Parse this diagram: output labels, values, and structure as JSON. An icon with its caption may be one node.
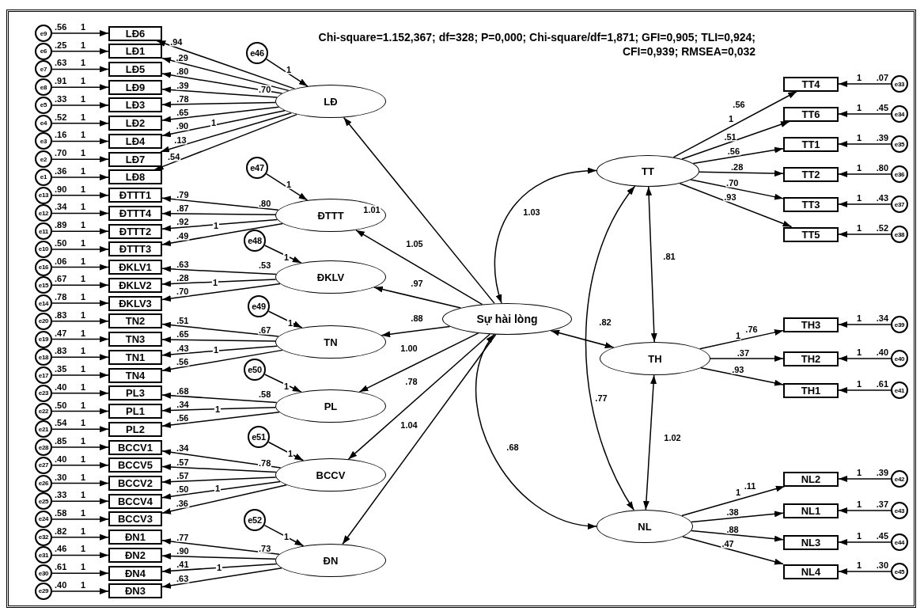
{
  "diagram": {
    "nodes": [
      {
        "text": [
          "LĐ6"
        ]
      },
      {
        "text": [
          "LĐ1"
        ]
      },
      {
        "text": [
          "LĐ5"
        ]
      },
      {
        "text": [
          "LĐ9"
        ]
      },
      {
        "text": [
          "LĐ3"
        ]
      },
      {
        "text": [
          "LĐ2"
        ]
      },
      {
        "text": [
          "LĐ4"
        ]
      },
      {
        "text": [
          "LĐ7"
        ]
      },
      {
        "text": [
          "LĐ8"
        ]
      },
      {
        "text": [
          "ĐTTT1"
        ]
      },
      {
        "text": [
          "ĐTTT4"
        ]
      },
      {
        "text": [
          "ĐTTT2"
        ]
      },
      {
        "text": [
          "ĐTTT3"
        ]
      },
      {
        "text": [
          "ĐKLV1"
        ]
      },
      {
        "text": [
          "ĐKLV2"
        ]
      },
      {
        "text": [
          "ĐKLV3"
        ]
      },
      {
        "text": [
          "TN2"
        ]
      },
      {
        "text": [
          "TN3"
        ]
      },
      {
        "text": [
          "TN1"
        ]
      },
      {
        "text": [
          "TN4"
        ]
      },
      {
        "text": [
          "PL3"
        ]
      },
      {
        "text": [
          "PL1"
        ]
      },
      {
        "text": [
          "PL2"
        ]
      },
      {
        "text": [
          "BCCV1"
        ]
      },
      {
        "text": [
          "BCCV5"
        ]
      },
      {
        "text": [
          "BCCV2"
        ]
      },
      {
        "text": [
          "BCCV4"
        ]
      },
      {
        "text": [
          "BCCV3"
        ]
      },
      {
        "text": [
          "ĐN1"
        ]
      },
      {
        "text": [
          "ĐN2"
        ]
      },
      {
        "text": [
          "ĐN4"
        ]
      },
      {
        "text": [
          "ĐN3"
        ]
      },
      {
        "text": [
          "e9"
        ],
        "beside": [
          ".56"
        ]
      },
      {
        "text": [
          "e6"
        ],
        "beside": [
          ".25"
        ]
      },
      {
        "text": [
          "e7"
        ],
        "beside": [
          ".63"
        ]
      },
      {
        "text": [
          "e8"
        ],
        "beside": [
          ".91"
        ]
      },
      {
        "text": [
          "e5"
        ],
        "beside": [
          ".33"
        ]
      },
      {
        "text": [
          "e4"
        ],
        "beside": [
          ".52"
        ]
      },
      {
        "text": [
          "e3"
        ],
        "beside": [
          ".16"
        ]
      },
      {
        "text": [
          "e2"
        ],
        "beside": [
          ".70"
        ]
      },
      {
        "text": [
          "e1"
        ],
        "beside": [
          ".36"
        ]
      },
      {
        "text": [
          "e13"
        ],
        "beside": [
          ".90"
        ]
      },
      {
        "text": [
          "e12"
        ],
        "beside": [
          ".34"
        ]
      },
      {
        "text": [
          "e11"
        ],
        "beside": [
          ".89"
        ]
      },
      {
        "text": [
          "e10"
        ],
        "beside": [
          ".50"
        ]
      },
      {
        "text": [
          "e16"
        ],
        "beside": [
          ".06"
        ]
      },
      {
        "text": [
          "e15"
        ],
        "beside": [
          ".67"
        ]
      },
      {
        "text": [
          "e14"
        ],
        "beside": [
          ".78"
        ]
      },
      {
        "text": [
          "e20"
        ],
        "beside": [
          ".83"
        ]
      },
      {
        "text": [
          "e19"
        ],
        "beside": [
          ".47"
        ]
      },
      {
        "text": [
          "e18"
        ],
        "beside": [
          ".83"
        ]
      },
      {
        "text": [
          "e17"
        ],
        "beside": [
          ".35"
        ]
      },
      {
        "text": [
          "e23"
        ],
        "beside": [
          ".40"
        ]
      },
      {
        "text": [
          "e22"
        ],
        "beside": [
          ".50"
        ]
      },
      {
        "text": [
          "e21"
        ],
        "beside": [
          ".54"
        ]
      },
      {
        "text": [
          "e28"
        ],
        "beside": [
          ".85"
        ]
      },
      {
        "text": [
          "e27"
        ],
        "beside": [
          ".40"
        ]
      },
      {
        "text": [
          "e26"
        ],
        "beside": [
          ".30"
        ]
      },
      {
        "text": [
          "e25"
        ],
        "beside": [
          ".33"
        ]
      },
      {
        "text": [
          "e24"
        ],
        "beside": [
          ".58"
        ]
      },
      {
        "text": [
          "e32"
        ],
        "beside": [
          ".82"
        ]
      },
      {
        "text": [
          "e31"
        ],
        "beside": [
          ".46"
        ]
      },
      {
        "text": [
          "e30"
        ],
        "beside": [
          ".61"
        ]
      },
      {
        "text": [
          "e29"
        ],
        "beside": [
          ".40"
        ]
      },
      {
        "text": [
          "LĐ"
        ],
        "beside": [
          ".70"
        ]
      },
      {
        "text": [
          "ĐTTT"
        ],
        "beside": [
          ".80"
        ]
      },
      {
        "text": [
          "ĐKLV"
        ],
        "beside": [
          ".53"
        ]
      },
      {
        "text": [
          "TN"
        ],
        "beside": [
          ".67"
        ]
      },
      {
        "text": [
          "PL"
        ],
        "beside": [
          ".58"
        ]
      },
      {
        "text": [
          "BCCV"
        ],
        "beside": [
          ".78"
        ]
      },
      {
        "text": [
          "ĐN"
        ],
        "beside": [
          ".73"
        ]
      },
      {
        "text": [
          "e46"
        ]
      },
      {
        "text": [
          "e47"
        ]
      },
      {
        "text": [
          "e48"
        ]
      },
      {
        "text": [
          "e49"
        ]
      },
      {
        "text": [
          "e50"
        ]
      },
      {
        "text": [
          "e51"
        ]
      },
      {
        "text": [
          "e52"
        ]
      },
      {
        "text": [
          "Sự hài lòng"
        ]
      },
      {
        "text": [
          "TT"
        ]
      },
      {
        "text": [
          "TH"
        ]
      },
      {
        "text": [
          "NL"
        ]
      },
      {
        "text": [
          "TT4"
        ]
      },
      {
        "text": [
          "TT6"
        ]
      },
      {
        "text": [
          "TT1"
        ]
      },
      {
        "text": [
          "TT2"
        ]
      },
      {
        "text": [
          "TT3"
        ]
      },
      {
        "text": [
          "TT5"
        ]
      },
      {
        "text": [
          "TH3"
        ]
      },
      {
        "text": [
          "TH2"
        ]
      },
      {
        "text": [
          "TH1"
        ]
      },
      {
        "text": [
          "NL2"
        ]
      },
      {
        "text": [
          "NL1"
        ]
      },
      {
        "text": [
          "NL3"
        ]
      },
      {
        "text": [
          "NL4"
        ]
      },
      {
        "text": [
          "e33"
        ],
        "beside": [
          ".07"
        ]
      },
      {
        "text": [
          "e34"
        ],
        "beside": [
          ".45"
        ]
      },
      {
        "text": [
          "e35"
        ],
        "beside": [
          ".39"
        ]
      },
      {
        "text": [
          "e36"
        ],
        "beside": [
          ".80"
        ]
      },
      {
        "text": [
          "e37"
        ],
        "beside": [
          ".43"
        ]
      },
      {
        "text": [
          "e38"
        ],
        "beside": [
          ".52"
        ]
      },
      {
        "text": [
          "e39"
        ],
        "beside": [
          ".34"
        ]
      },
      {
        "text": [
          "e40"
        ],
        "beside": [
          ".40"
        ]
      },
      {
        "text": [
          "e41"
        ],
        "beside": [
          ".61"
        ]
      },
      {
        "text": [
          "e42"
        ],
        "beside": [
          ".39"
        ]
      },
      {
        "text": [
          "e43"
        ],
        "beside": [
          ".37"
        ]
      },
      {
        "text": [
          "e44"
        ],
        "beside": [
          ".45"
        ]
      },
      {
        "text": [
          "e45"
        ],
        "beside": [
          ".30"
        ]
      }
    ],
    "edges": [
      {
        "from": 32,
        "to": 0,
        "arrow": "to",
        "label": "1"
      },
      {
        "from": 33,
        "to": 1,
        "arrow": "to",
        "label": "1"
      },
      {
        "from": 34,
        "to": 2,
        "arrow": "to",
        "label": "1"
      },
      {
        "from": 35,
        "to": 3,
        "arrow": "to",
        "label": "1"
      },
      {
        "from": 36,
        "to": 4,
        "arrow": "to",
        "label": "1"
      },
      {
        "from": 37,
        "to": 5,
        "arrow": "to",
        "label": "1"
      },
      {
        "from": 38,
        "to": 6,
        "arrow": "to",
        "label": "1"
      },
      {
        "from": 39,
        "to": 7,
        "arrow": "to",
        "label": "1"
      },
      {
        "from": 40,
        "to": 8,
        "arrow": "to",
        "label": "1"
      },
      {
        "from": 41,
        "to": 9,
        "arrow": "to",
        "label": "1"
      },
      {
        "from": 42,
        "to": 10,
        "arrow": "to",
        "label": "1"
      },
      {
        "from": 43,
        "to": 11,
        "arrow": "to",
        "label": "1"
      },
      {
        "from": 44,
        "to": 12,
        "arrow": "to",
        "label": "1"
      },
      {
        "from": 45,
        "to": 13,
        "arrow": "to",
        "label": "1"
      },
      {
        "from": 46,
        "to": 14,
        "arrow": "to",
        "label": "1"
      },
      {
        "from": 47,
        "to": 15,
        "arrow": "to",
        "label": "1"
      },
      {
        "from": 48,
        "to": 16,
        "arrow": "to",
        "label": "1"
      },
      {
        "from": 49,
        "to": 17,
        "arrow": "to",
        "label": "1"
      },
      {
        "from": 50,
        "to": 18,
        "arrow": "to",
        "label": "1"
      },
      {
        "from": 51,
        "to": 19,
        "arrow": "to",
        "label": "1"
      },
      {
        "from": 52,
        "to": 20,
        "arrow": "to",
        "label": "1"
      },
      {
        "from": 53,
        "to": 21,
        "arrow": "to",
        "label": "1"
      },
      {
        "from": 54,
        "to": 22,
        "arrow": "to",
        "label": "1"
      },
      {
        "from": 55,
        "to": 23,
        "arrow": "to",
        "label": "1"
      },
      {
        "from": 56,
        "to": 24,
        "arrow": "to",
        "label": "1"
      },
      {
        "from": 57,
        "to": 25,
        "arrow": "to",
        "label": "1"
      },
      {
        "from": 58,
        "to": 26,
        "arrow": "to",
        "label": "1"
      },
      {
        "from": 59,
        "to": 27,
        "arrow": "to",
        "label": "1"
      },
      {
        "from": 60,
        "to": 28,
        "arrow": "to",
        "label": "1"
      },
      {
        "from": 61,
        "to": 29,
        "arrow": "to",
        "label": "1"
      },
      {
        "from": 62,
        "to": 30,
        "arrow": "to",
        "label": "1"
      },
      {
        "from": 63,
        "to": 31,
        "arrow": "to",
        "label": "1"
      },
      {
        "from": 64,
        "to": 0,
        "arrow": "to",
        "label": ".94"
      },
      {
        "from": 64,
        "to": 1,
        "arrow": "to",
        "label": ".29"
      },
      {
        "from": 64,
        "to": 2,
        "arrow": "to",
        "label": ".80"
      },
      {
        "from": 64,
        "to": 3,
        "arrow": "to",
        "label": ".39"
      },
      {
        "from": 64,
        "to": 4,
        "arrow": "to",
        "label": ".78"
      },
      {
        "from": 64,
        "to": 5,
        "arrow": "to",
        "label": ".65"
      },
      {
        "from": 64,
        "to": 6,
        "arrow": "to",
        "label": ".90"
      },
      {
        "from": 64,
        "to": 7,
        "arrow": "to",
        "label": ".13"
      },
      {
        "from": 64,
        "to": 8,
        "arrow": "to",
        "label": ".54"
      },
      {
        "from": 65,
        "to": 9,
        "arrow": "to",
        "label": ".79"
      },
      {
        "from": 65,
        "to": 10,
        "arrow": "to",
        "label": ".87"
      },
      {
        "from": 65,
        "to": 11,
        "arrow": "to",
        "label": ".92"
      },
      {
        "from": 65,
        "to": 12,
        "arrow": "to",
        "label": ".49"
      },
      {
        "from": 66,
        "to": 13,
        "arrow": "to",
        "label": ".63"
      },
      {
        "from": 66,
        "to": 14,
        "arrow": "to",
        "label": ".28"
      },
      {
        "from": 66,
        "to": 15,
        "arrow": "to",
        "label": ".70"
      },
      {
        "from": 67,
        "to": 16,
        "arrow": "to",
        "label": ".51"
      },
      {
        "from": 67,
        "to": 17,
        "arrow": "to",
        "label": ".65"
      },
      {
        "from": 67,
        "to": 18,
        "arrow": "to",
        "label": ".43"
      },
      {
        "from": 67,
        "to": 19,
        "arrow": "to",
        "label": ".56"
      },
      {
        "from": 68,
        "to": 20,
        "arrow": "to",
        "label": ".68"
      },
      {
        "from": 68,
        "to": 21,
        "arrow": "to",
        "label": ".34"
      },
      {
        "from": 68,
        "to": 22,
        "arrow": "to",
        "label": ".56"
      },
      {
        "from": 69,
        "to": 23,
        "arrow": "to",
        "label": ".34"
      },
      {
        "from": 69,
        "to": 24,
        "arrow": "to",
        "label": ".57"
      },
      {
        "from": 69,
        "to": 25,
        "arrow": "to",
        "label": ".57"
      },
      {
        "from": 69,
        "to": 26,
        "arrow": "to",
        "label": ".50"
      },
      {
        "from": 69,
        "to": 27,
        "arrow": "to",
        "label": ".36"
      },
      {
        "from": 70,
        "to": 28,
        "arrow": "to",
        "label": ".77"
      },
      {
        "from": 70,
        "to": 29,
        "arrow": "to",
        "label": ".90"
      },
      {
        "from": 70,
        "to": 30,
        "arrow": "to",
        "label": ".41"
      },
      {
        "from": 70,
        "to": 31,
        "arrow": "to",
        "label": ".63"
      },
      {
        "from": 71,
        "to": 64,
        "arrow": "to",
        "label": "1"
      },
      {
        "from": 72,
        "to": 65,
        "arrow": "to",
        "label": "1"
      },
      {
        "from": 73,
        "to": 66,
        "arrow": "to",
        "label": "1"
      },
      {
        "from": 74,
        "to": 67,
        "arrow": "to",
        "label": "1"
      },
      {
        "from": 75,
        "to": 68,
        "arrow": "to",
        "label": "1"
      },
      {
        "from": 76,
        "to": 69,
        "arrow": "to",
        "label": "1"
      },
      {
        "from": 77,
        "to": 70,
        "arrow": "to",
        "label": "1"
      },
      {
        "from": 78,
        "to": 64,
        "arrow": "to",
        "label": "1.01"
      },
      {
        "from": 78,
        "to": 65,
        "arrow": "to",
        "label": "1.05"
      },
      {
        "from": 78,
        "to": 66,
        "arrow": "to",
        "label": ".97"
      },
      {
        "from": 78,
        "to": 67,
        "arrow": "to",
        "label": ".88"
      },
      {
        "from": 78,
        "to": 68,
        "arrow": "to",
        "label": "1.00"
      },
      {
        "from": 78,
        "to": 69,
        "arrow": "to",
        "label": ".78"
      },
      {
        "from": 78,
        "to": 70,
        "arrow": "to",
        "label": "1.04"
      },
      {
        "from": 78,
        "to": 79,
        "arrow": "both",
        "label": "1.03"
      },
      {
        "from": 79,
        "to": 80,
        "arrow": "both",
        "label": ".81"
      },
      {
        "from": 78,
        "to": 80,
        "arrow": "both",
        "label": ".82"
      },
      {
        "from": 79,
        "to": 81,
        "arrow": "both",
        "label": ".77"
      },
      {
        "from": 80,
        "to": 81,
        "arrow": "both",
        "label": "1.02"
      },
      {
        "from": 78,
        "to": 81,
        "arrow": "both",
        "label": ".68"
      },
      {
        "from": 79,
        "to": 82,
        "arrow": "to",
        "label": ".56"
      },
      {
        "from": 79,
        "to": 83,
        "arrow": "to",
        "label": ".51"
      },
      {
        "from": 79,
        "to": 84,
        "arrow": "to",
        "label": ".56"
      },
      {
        "from": 79,
        "to": 85,
        "arrow": "to",
        "label": ".28"
      },
      {
        "from": 79,
        "to": 86,
        "arrow": "to",
        "label": ".70"
      },
      {
        "from": 79,
        "to": 87,
        "arrow": "to",
        "label": ".93"
      },
      {
        "from": 80,
        "to": 88,
        "arrow": "to",
        "label": ".76"
      },
      {
        "from": 80,
        "to": 89,
        "arrow": "to",
        "label": ".37"
      },
      {
        "from": 80,
        "to": 90,
        "arrow": "to",
        "label": ".93"
      },
      {
        "from": 81,
        "to": 91,
        "arrow": "to",
        "label": ".11"
      },
      {
        "from": 81,
        "to": 92,
        "arrow": "to",
        "label": ".38"
      },
      {
        "from": 81,
        "to": 93,
        "arrow": "to",
        "label": ".88"
      },
      {
        "from": 81,
        "to": 94,
        "arrow": "to",
        "label": ".47"
      },
      {
        "from": 95,
        "to": 82,
        "arrow": "to",
        "label": "1"
      },
      {
        "from": 96,
        "to": 83,
        "arrow": "to",
        "label": "1"
      },
      {
        "from": 97,
        "to": 84,
        "arrow": "to",
        "label": "1"
      },
      {
        "from": 98,
        "to": 85,
        "arrow": "to",
        "label": "1"
      },
      {
        "from": 99,
        "to": 86,
        "arrow": "to",
        "label": "1"
      },
      {
        "from": 100,
        "to": 87,
        "arrow": "to",
        "label": "1"
      },
      {
        "from": 101,
        "to": 88,
        "arrow": "to",
        "label": "1"
      },
      {
        "from": 102,
        "to": 89,
        "arrow": "to",
        "label": "1"
      },
      {
        "from": 103,
        "to": 90,
        "arrow": "to",
        "label": "1"
      },
      {
        "from": 104,
        "to": 91,
        "arrow": "to",
        "label": "1"
      },
      {
        "from": 105,
        "to": 92,
        "arrow": "to",
        "label": "1"
      },
      {
        "from": 106,
        "to": 93,
        "arrow": "to",
        "label": "1"
      },
      {
        "from": 107,
        "to": 94,
        "arrow": "to",
        "label": "1"
      }
    ],
    "labels": [
      "Chi-square=1.152,367; df=328; P=0,000; Chi-square/df=1,871; GFI=0,905; TLI=0,924; CFI=0,939; RMSEA=0,032",
      "1",
      "1",
      "1",
      "1",
      "1",
      "1",
      "1",
      "1",
      "1",
      "1"
    ]
  }
}
